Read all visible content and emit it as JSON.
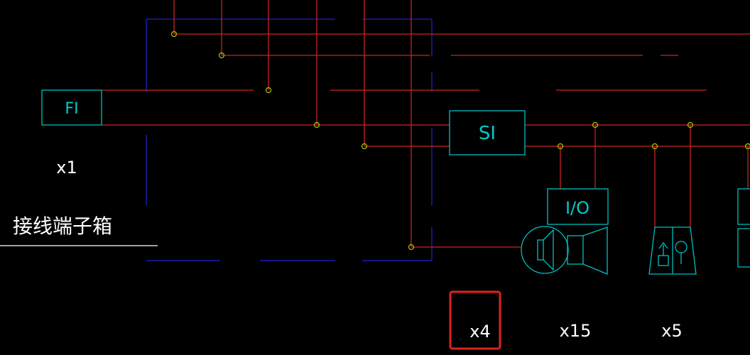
{
  "diagram": {
    "colors": {
      "background": "#000000",
      "wire": "#cc2222",
      "box": "#00bfbf",
      "dashed_frame": "#1a1ab0",
      "junction": "#a8c800",
      "text": "#ffffff",
      "highlight": "#e02020"
    },
    "labels": {
      "fi_box": "FI",
      "si_box": "SI",
      "io_box": "I/O",
      "qty_fi": "x1",
      "terminal_box": "接线端子箱",
      "qty_speaker": "x4",
      "qty_io": "x15",
      "qty_button": "x5"
    },
    "icons": {
      "speaker": "loudspeaker-icon",
      "manual_call": "manual-call-point-icon"
    }
  }
}
